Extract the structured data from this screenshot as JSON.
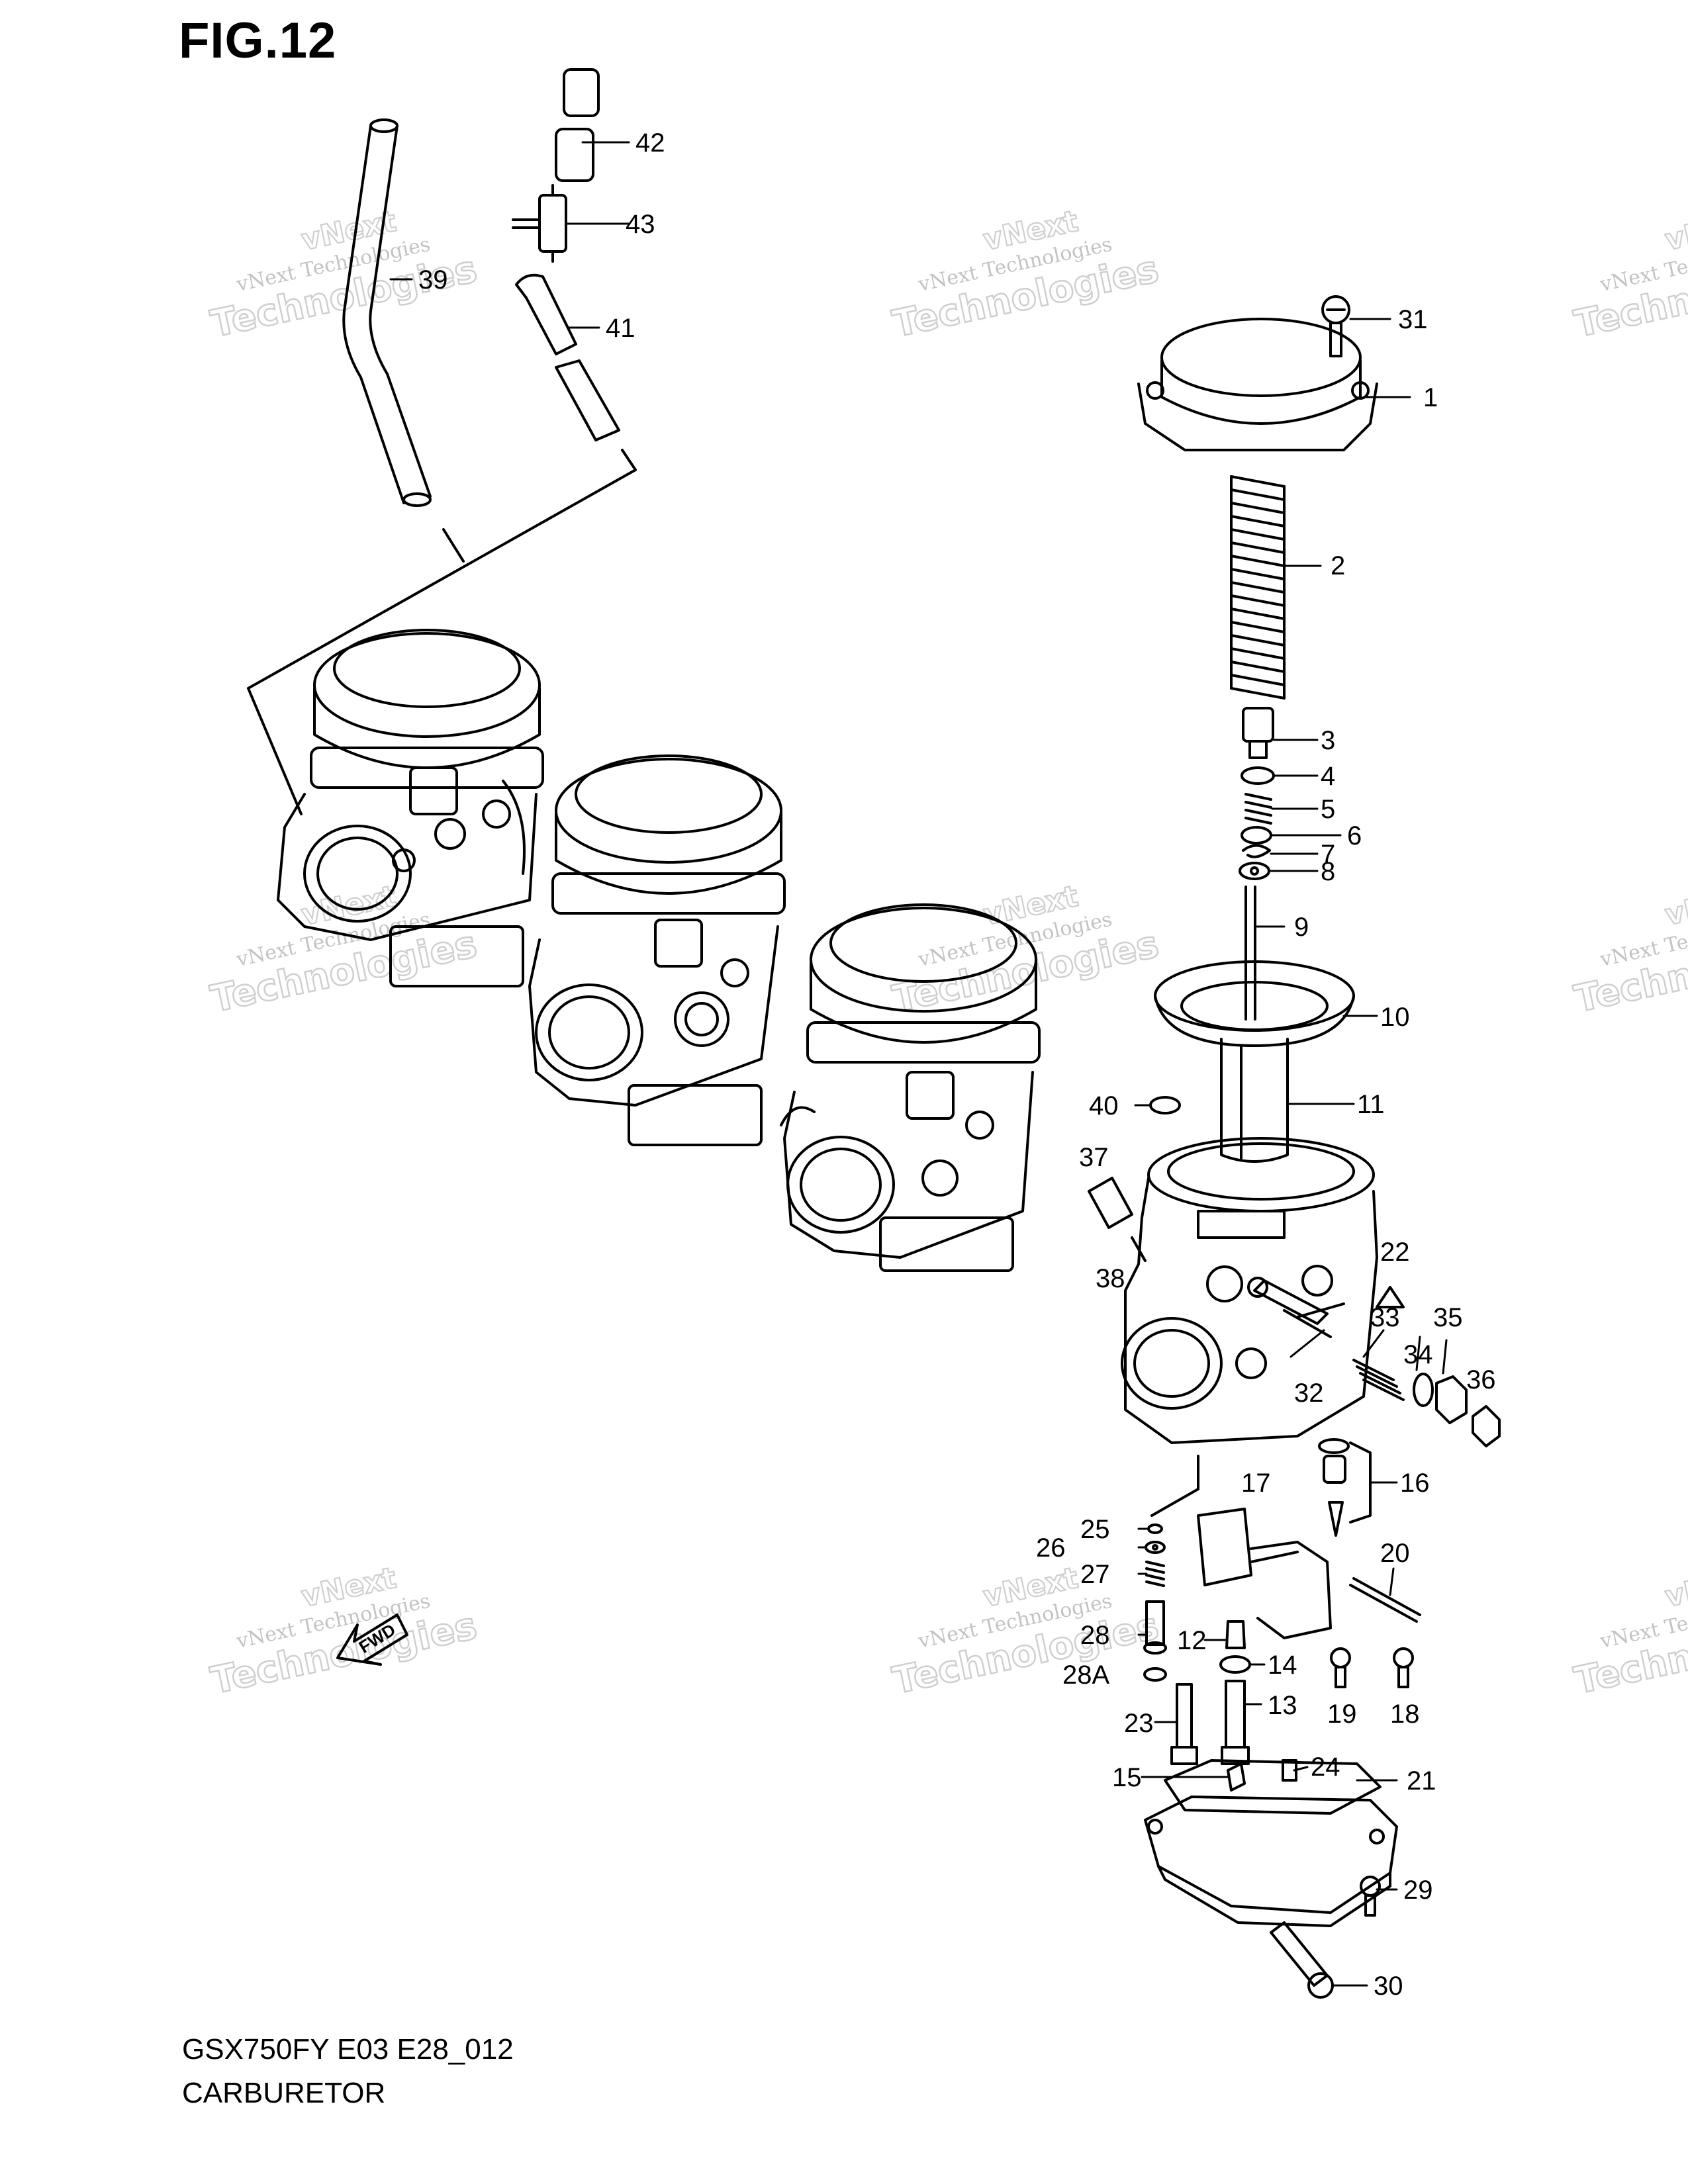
{
  "figure": {
    "title": "FIG.12"
  },
  "watermark": {
    "line1": "vNext Technologies",
    "line2": "vNext",
    "line3": "Technologies"
  },
  "footer": {
    "model_code": "GSX750FY E03 E28_012",
    "assembly_name": "CARBURETOR"
  },
  "direction_marker": {
    "label": "FWD"
  },
  "part_labels": [
    "1",
    "2",
    "3",
    "4",
    "5",
    "6",
    "7",
    "8",
    "9",
    "10",
    "11",
    "12",
    "13",
    "14",
    "15",
    "16",
    "17",
    "18",
    "19",
    "20",
    "21",
    "22",
    "23",
    "24",
    "25",
    "26",
    "27",
    "28",
    "28A",
    "29",
    "30",
    "31",
    "32",
    "33",
    "34",
    "35",
    "36",
    "37",
    "38",
    "39",
    "40",
    "41",
    "42",
    "43"
  ],
  "colors": {
    "line": "#000000",
    "watermark": "#bdbdbd",
    "background": "#ffffff"
  }
}
